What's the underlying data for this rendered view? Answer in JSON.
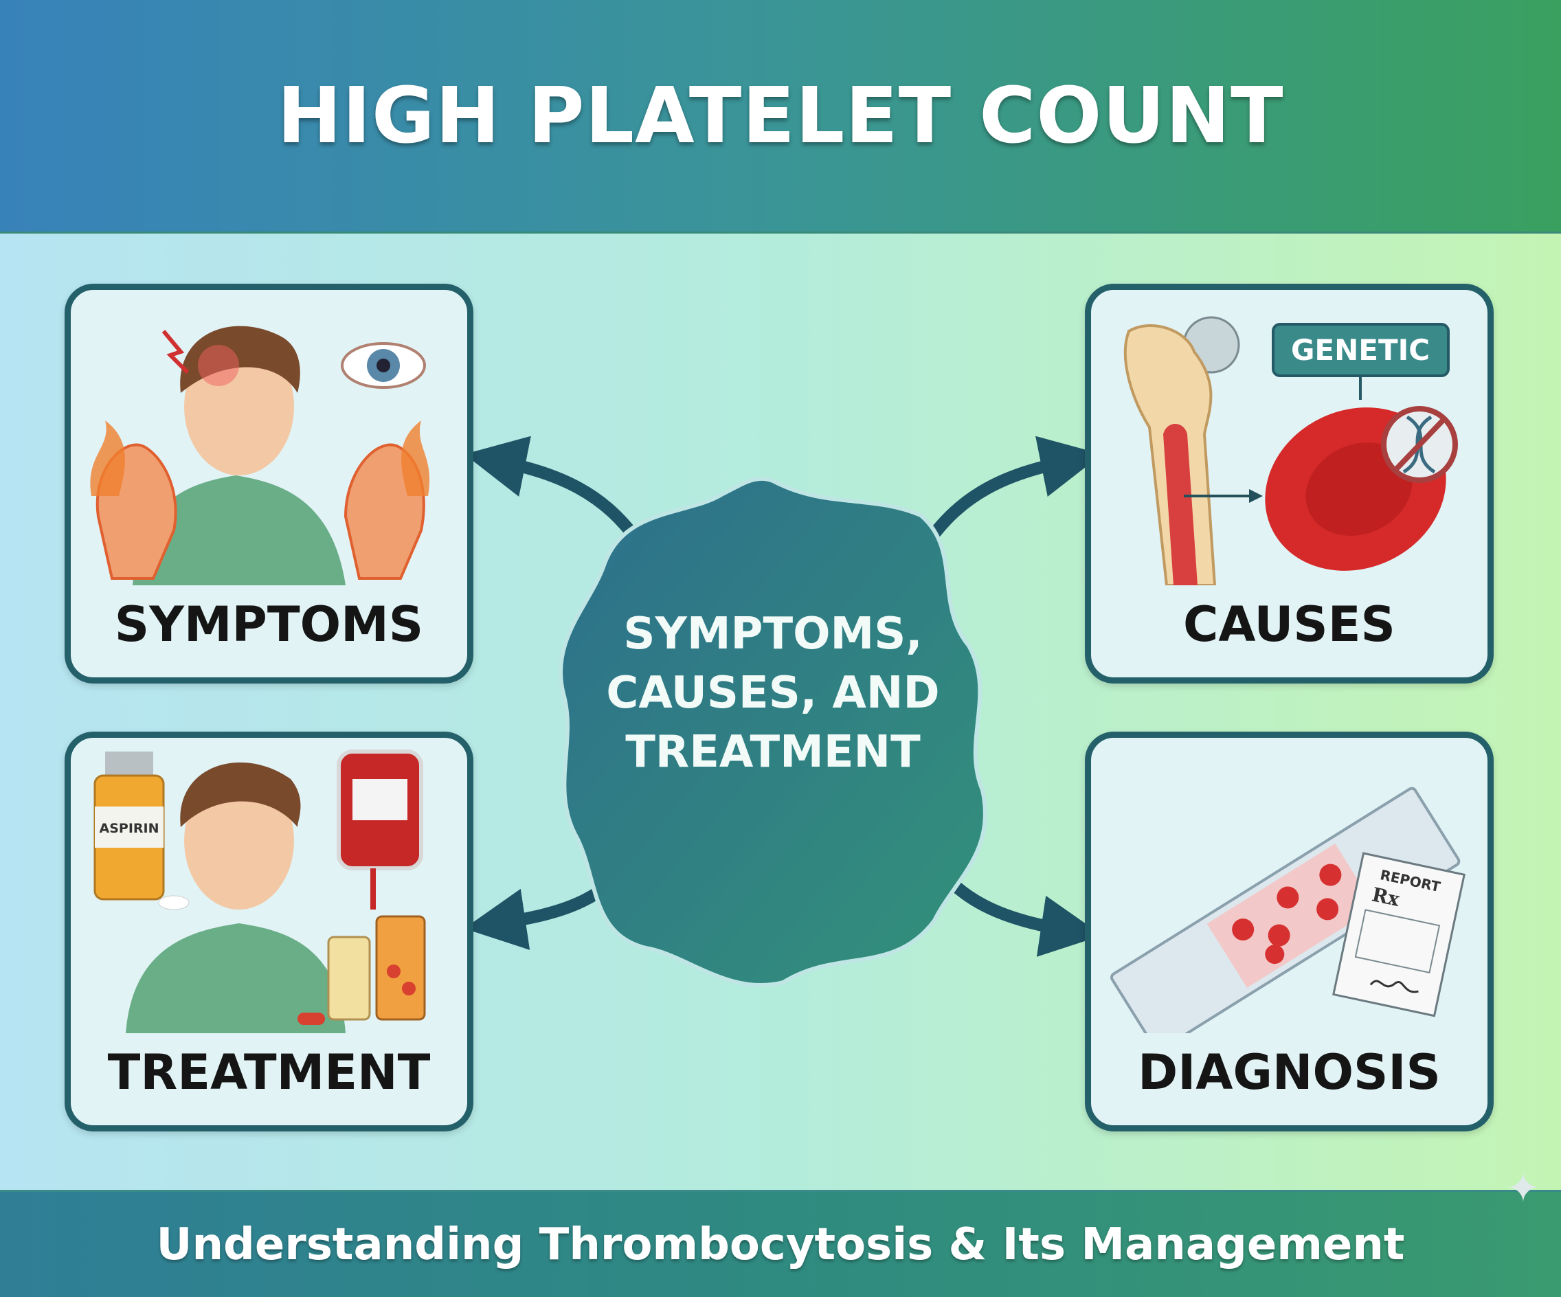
{
  "header": {
    "title": "HIGH PLATELET COUNT"
  },
  "center": {
    "lines": [
      "SYMPTOMS,",
      "CAUSES, AND",
      "TREATMENT"
    ]
  },
  "panels": {
    "symptoms": {
      "label": "SYMPTOMS",
      "icons": [
        "headache-person-icon",
        "eye-icon",
        "burning-hands-icon"
      ]
    },
    "causes": {
      "label": "CAUSES",
      "tag": "GENETIC",
      "icons": [
        "bone-marrow-icon",
        "red-blood-cell-icon",
        "no-dna-icon"
      ]
    },
    "treatment": {
      "label": "TREATMENT",
      "bottle_label": "ASPIRIN",
      "icons": [
        "aspirin-bottle-icon",
        "person-icon",
        "blood-bag-icon",
        "pill-bottles-icon"
      ]
    },
    "diagnosis": {
      "label": "DIAGNOSIS",
      "report_label": "REPORT",
      "rx": "Rx",
      "icons": [
        "blood-slide-icon",
        "report-icon"
      ]
    }
  },
  "footer": {
    "subtitle": "Understanding Thrombocytosis & Its Management"
  },
  "colors": {
    "header_start": "#3882ba",
    "header_end": "#3aa060",
    "panel_border": "#23606a",
    "arrow": "#1f5366",
    "blob": "#2f7a86",
    "blood": "#d62a2a"
  }
}
